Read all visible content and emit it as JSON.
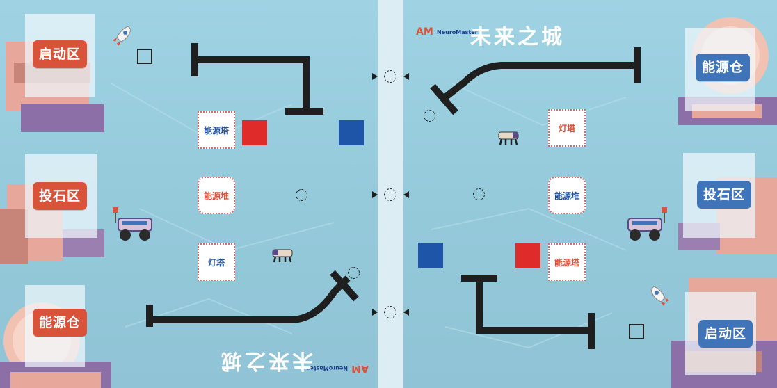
{
  "title": "未来之城",
  "brand": {
    "logo": "AM",
    "name": "NeuroMaster"
  },
  "zones": {
    "left": {
      "top": "启动区",
      "middle": "投石区",
      "bottom": "能源仓"
    },
    "right": {
      "top": "能源仓",
      "middle": "投石区",
      "bottom": "启动区"
    }
  },
  "stations": {
    "left": {
      "top": "能源塔",
      "middle": "能源堆",
      "bottom": "灯塔"
    },
    "right": {
      "top": "灯塔",
      "middle": "能源堆",
      "bottom": "能源塔"
    }
  },
  "colors": {
    "red_zone": "#d9533b",
    "blue_zone": "#3f74b8",
    "red_cube": "#e02b2b",
    "blue_cube": "#1f55a8",
    "track": "#1f1f1f",
    "field": "#9fd3e4"
  },
  "icons": [
    "rocket-icon",
    "robot-dog-icon",
    "rover-icon",
    "dome-icon"
  ]
}
